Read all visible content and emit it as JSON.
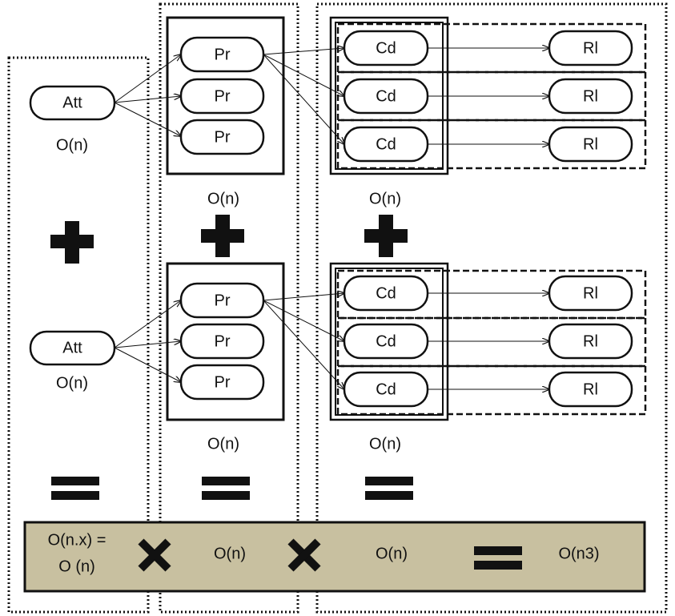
{
  "colors": {
    "ink": "#111111",
    "bar_fill": "#c8c0a0",
    "node_fill": "#ffffff"
  },
  "nodes": {
    "att": "Att",
    "pr": "Pr",
    "cd": "Cd",
    "rl": "Rl"
  },
  "complexity": {
    "att_top": "O(n)",
    "att_bottom": "O(n)",
    "pr_top": "O(n)",
    "cd_top": "O(n)",
    "pr_bottom": "O(n)",
    "cd_bottom": "O(n)"
  },
  "result_bar": {
    "term1_line1": "O(n.x) =",
    "term1_line2": "O (n)",
    "term2": "O(n)",
    "term3": "O(n)",
    "result": "O(n3)"
  },
  "operators": {
    "plus": "plus-symbol",
    "equals": "equals-symbol",
    "times": "times-symbol"
  }
}
